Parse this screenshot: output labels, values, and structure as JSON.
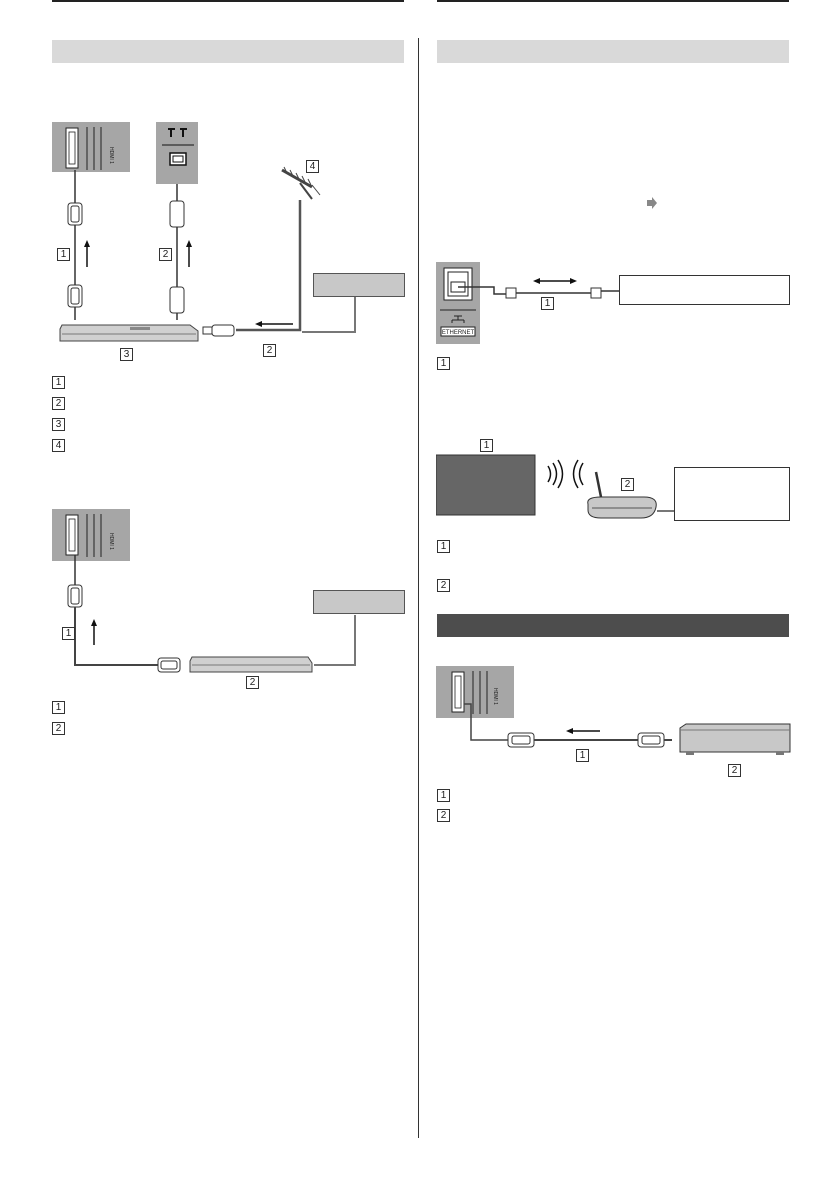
{
  "legend_numbers": {
    "n1": "1",
    "n2": "2",
    "n3": "3",
    "n4": "4"
  },
  "port_labels": {
    "hdmi": "HDMI 1",
    "ethernet": "ETHERNET"
  },
  "colors": {
    "section_bar": "#d9d9d9",
    "section_bar_dark": "#4d4d4d",
    "device_grey": "#c8c8c8",
    "panel_grey": "#a6a6a6",
    "tv_screen": "#666666"
  },
  "icons": [
    "hdmi-port-icon",
    "antenna-socket-icon",
    "antenna-icon",
    "ethernet-port-icon",
    "wireless-signal-icon",
    "router-icon",
    "arrow-right-icon"
  ]
}
